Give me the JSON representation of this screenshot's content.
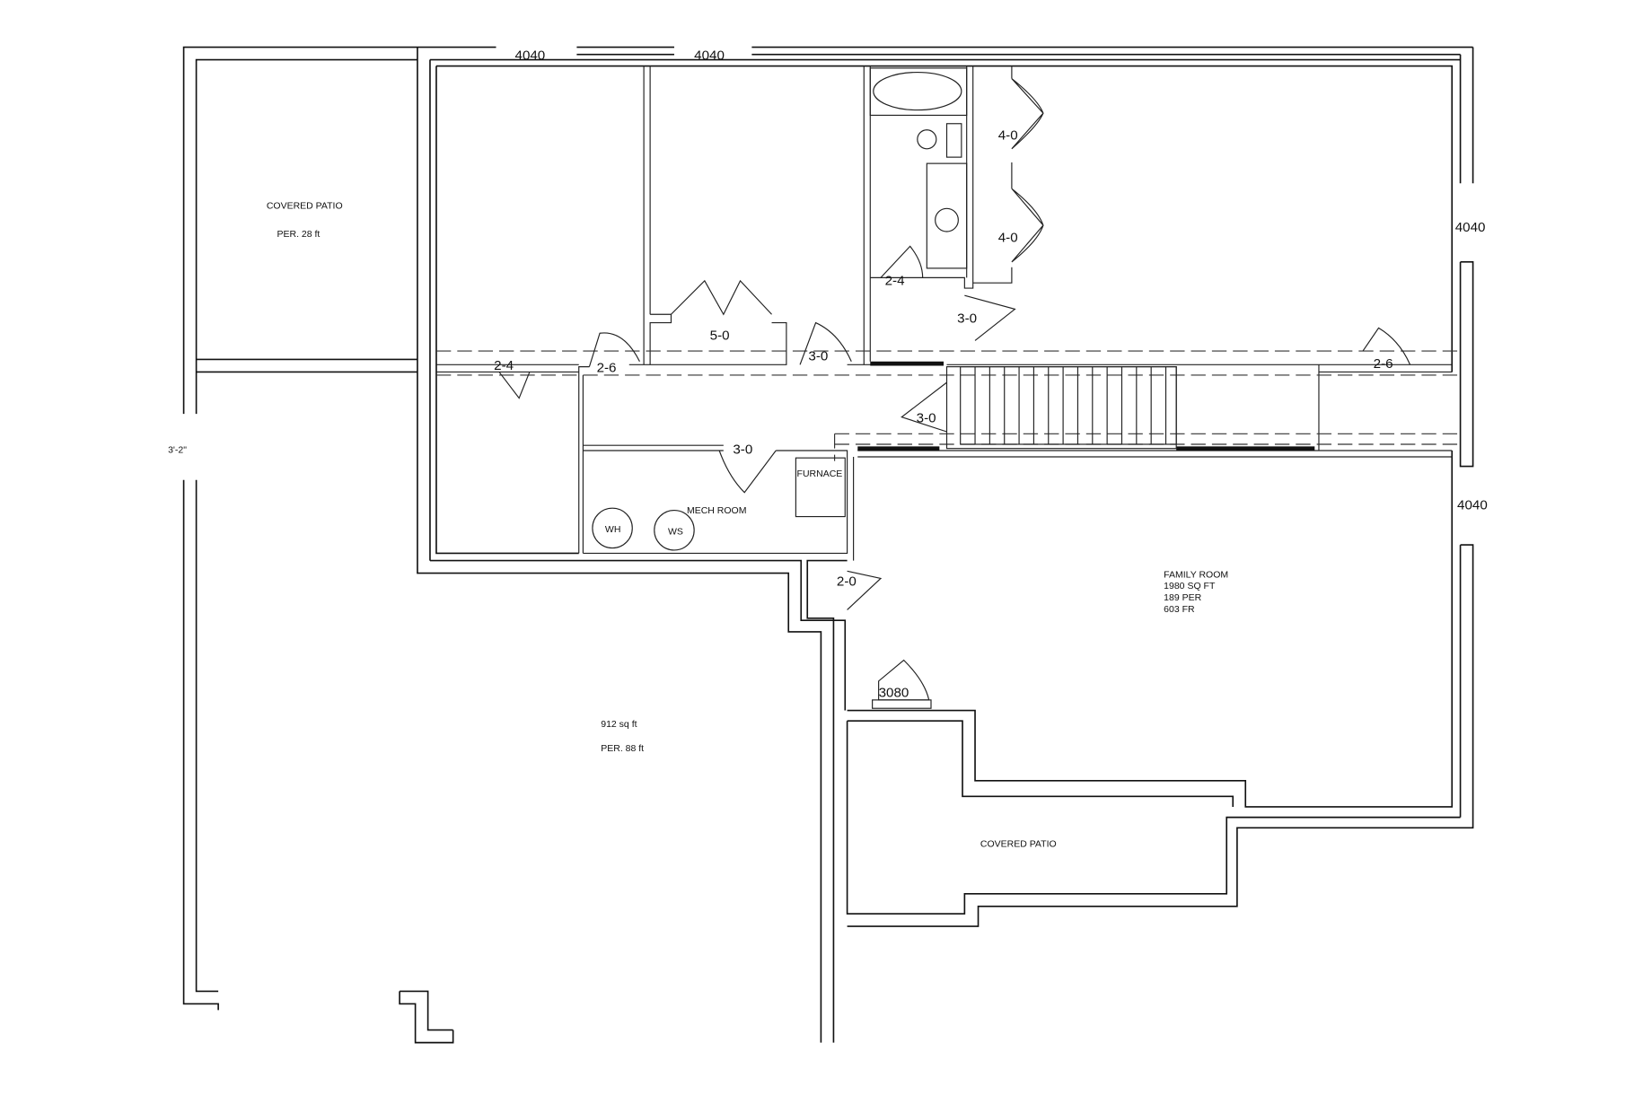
{
  "labels": {
    "window_top_1": "4040",
    "window_top_2": "4040",
    "window_right_1": "4040",
    "window_right_2": "4040",
    "covered_patio_top": "COVERED PATIO",
    "covered_patio_top_per": "PER. 28 ft",
    "dimension_left": "3'-2\"",
    "garage_area": "912 sq ft",
    "garage_per": "PER. 88 ft",
    "door_4_0_a": "4-0",
    "door_4_0_b": "4-0",
    "door_2_4_bath": "2-4",
    "door_3_0_closet": "3-0",
    "door_5_0": "5-0",
    "door_3_0_hall": "3-0",
    "door_2_4_left": "2-4",
    "door_2_6_left": "2-6",
    "door_2_6_right": "2-6",
    "door_3_0_stair": "3-0",
    "door_3_0_mech": "3-0",
    "furnace": "FURNACE",
    "mech_room": "MECH ROOM",
    "water_heater": "WH",
    "water_softener": "WS",
    "door_2_0": "2-0",
    "door_3080": "3080",
    "family_room": "FAMILY ROOM",
    "family_room_area": "1980 SQ FT",
    "family_room_per": "189 PER",
    "family_room_fr": "603 FR",
    "covered_patio_bottom": "COVERED PATIO"
  }
}
